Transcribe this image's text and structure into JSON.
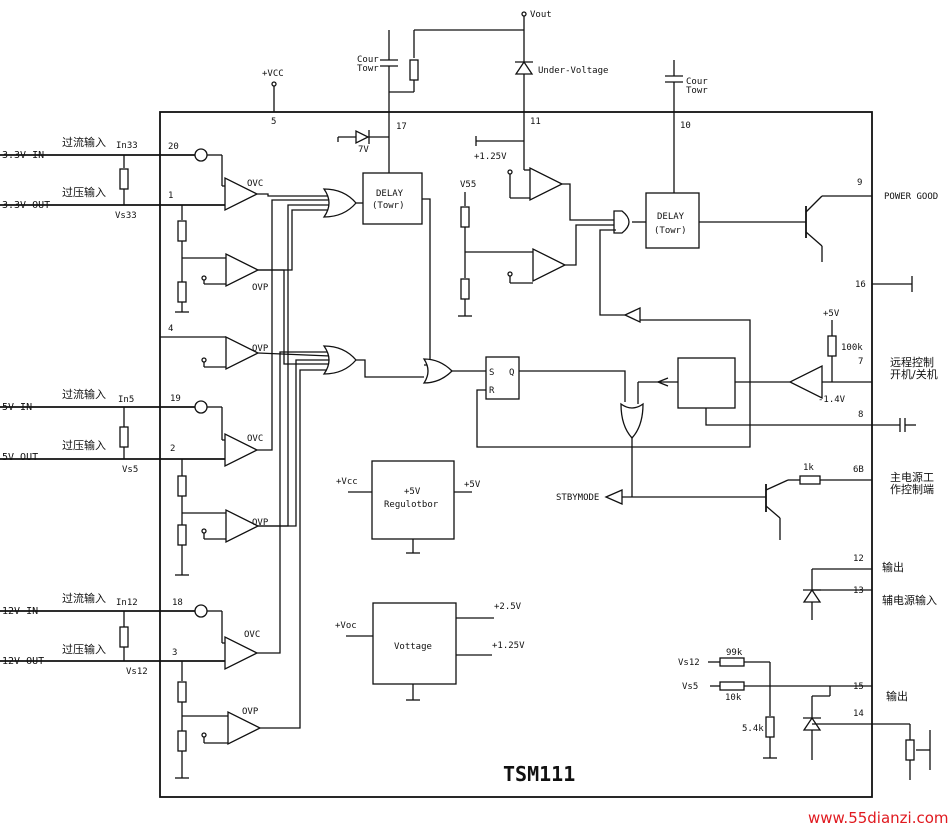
{
  "chip": {
    "title": "TSM111"
  },
  "rails": {
    "vout": "Vout",
    "vcc": "+VCC",
    "under_voltage": "Under-Voltage",
    "ref_125": "+1.25V",
    "zener_7v": "7V",
    "v55": "V55",
    "neg14": "-1.4V",
    "plus5v": "+5V",
    "r100k": "100k"
  },
  "cap_labels": {
    "c17": "Cour\nTowr",
    "c10": "Cour\nTowr"
  },
  "pins": {
    "p5": "5",
    "p17": "17",
    "p11": "11",
    "p10": "10",
    "p20": "20",
    "p1": "1",
    "p4": "4",
    "p19": "19",
    "p2": "2",
    "p18": "18",
    "p3": "3",
    "p9": "9",
    "p16": "16",
    "p7": "7",
    "p8": "8",
    "p6": "6B",
    "p12": "12",
    "p13": "13",
    "p15": "15",
    "p14": "14"
  },
  "left_io": {
    "in33": "3.3V IN",
    "out33": "3.3V OUT",
    "ovc_in": "过流输入",
    "ovp_in": "过压输入",
    "in33_pin": "In33",
    "vs33": "Vs33",
    "in5": "5V IN",
    "out5": "5V OUT",
    "in5_pin": "In5",
    "vs5": "Vs5",
    "in12": "12V IN",
    "out12": "12V OUT",
    "in12_pin": "In12",
    "vs12": "Vs12"
  },
  "blocks": {
    "ovc": "OVC",
    "ovp": "OVP",
    "delay1_a": "DELAY",
    "delay1_b": "(Towr)",
    "delay2_a": "DELAY",
    "delay2_b": "(Towr)",
    "sr_s": "S",
    "sr_r": "R",
    "sr_q": "Q",
    "reg_a": "+5V",
    "reg_b": "Regulotbor",
    "reg_vcc": "+Vcc",
    "reg_out": "+5V",
    "volt": "Vottage",
    "volt_vcc": "+Voc",
    "volt_25": "+2.5V",
    "volt_125": "+1.25V",
    "stby": "STBYMODE",
    "r1k": "1k"
  },
  "right_io": {
    "power_good": "POWER GOOD",
    "remote_a": "远程控制",
    "remote_b": "开机/关机",
    "main_a": "主电源工",
    "main_b": "作控制端",
    "out12": "输出",
    "aux_in": "辅电源输入",
    "out15": "输出",
    "vs12": "Vs12",
    "vs5": "Vs5",
    "r99k": "99k",
    "r10k": "10k",
    "r54k": "5.4k"
  },
  "watermark": "www.55dianzi.com"
}
